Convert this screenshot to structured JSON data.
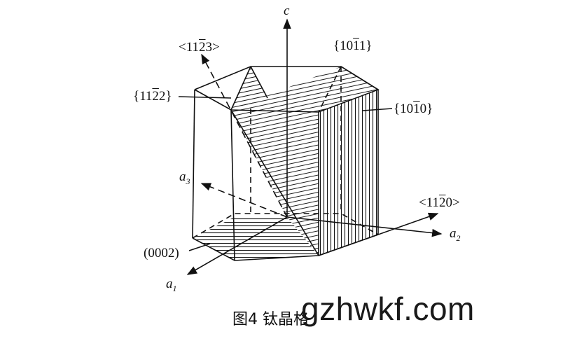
{
  "labels": {
    "c_axis": "c",
    "dir_1123_pre": "<11",
    "dir_1123_bar": "2",
    "dir_1123_post": "3>",
    "plane_1011_pre": "{10",
    "plane_1011_bar": "1",
    "plane_1011_post": "1}",
    "plane_1122_pre": "{11",
    "plane_1122_bar": "2",
    "plane_1122_post": "2}",
    "plane_1010_pre": "{10",
    "plane_1010_bar": "1",
    "plane_1010_post": "0}",
    "a3_base": "a",
    "a3_sub": "3",
    "dir_1120_pre": "<11",
    "dir_1120_bar": "2",
    "dir_1120_post": "0>",
    "a2_base": "a",
    "a2_sub": "2",
    "plane_0002": "(0002)",
    "a1_base": "a",
    "a1_sub": "1"
  },
  "caption": "图4  钛晶格",
  "watermark": "gzhwkf.com"
}
